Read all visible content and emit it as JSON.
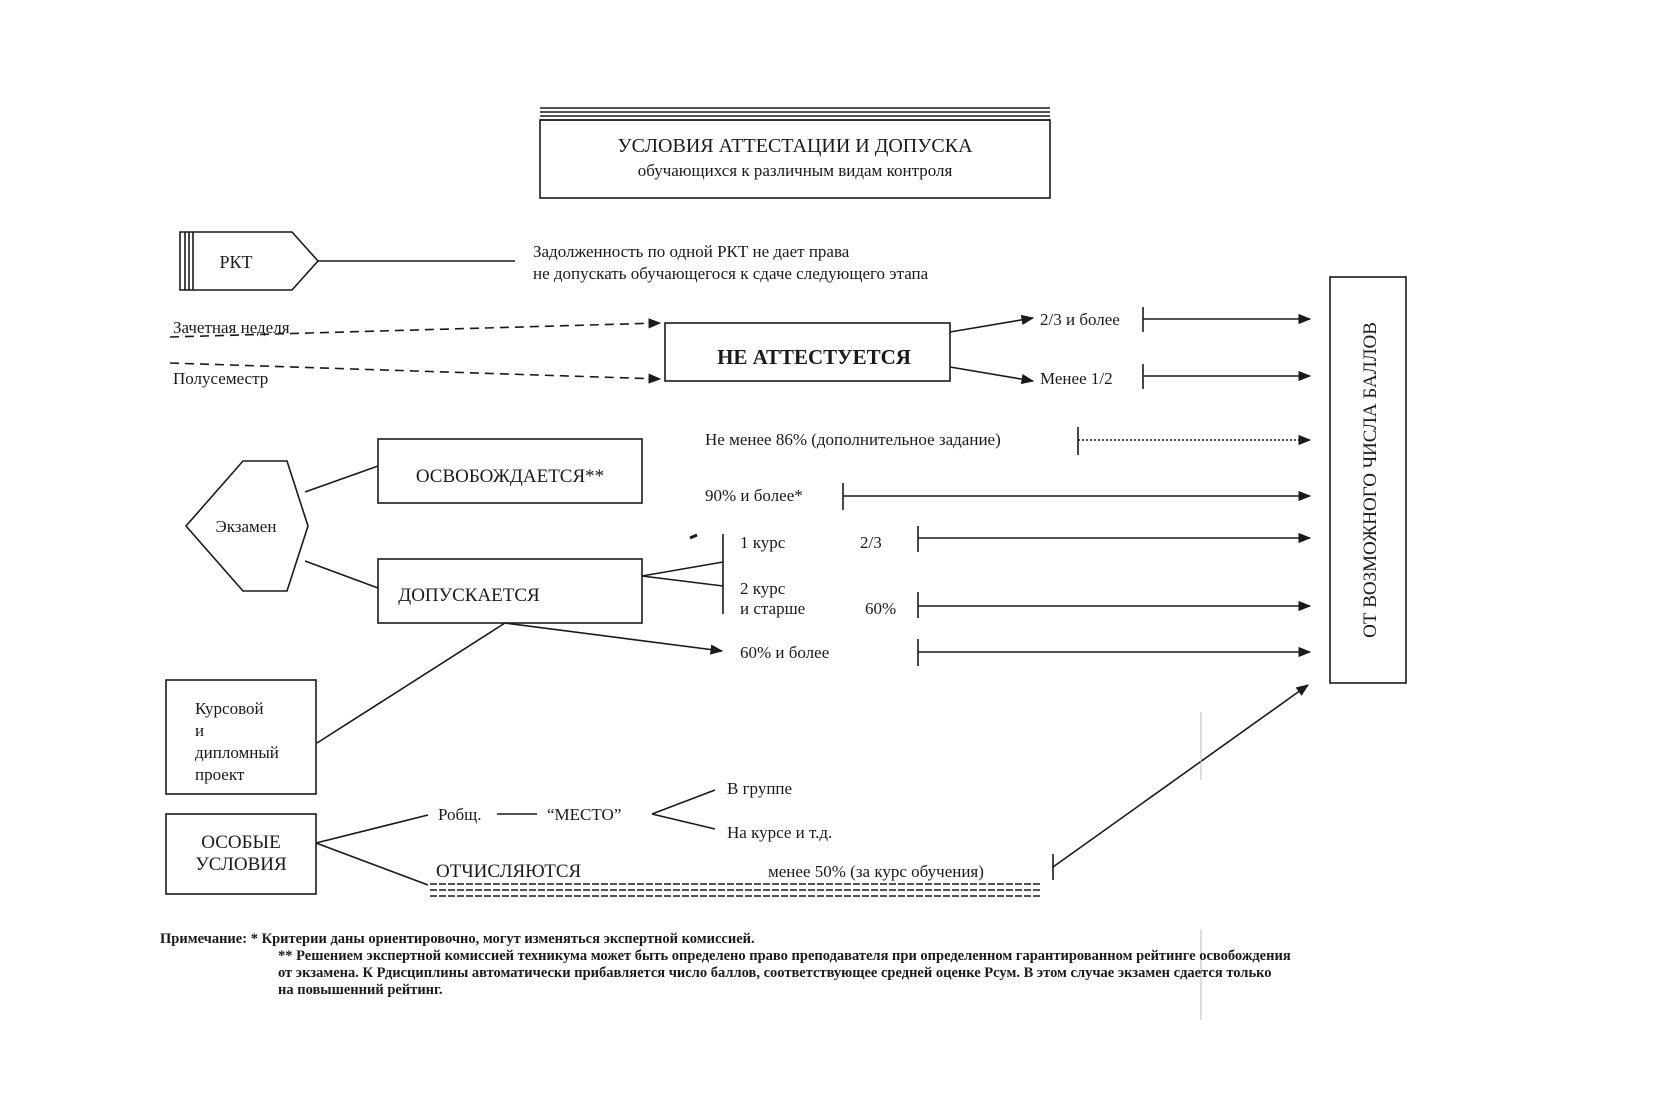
{
  "header": {
    "title": "УСЛОВИЯ АТТЕСТАЦИИ И ДОПУСКА",
    "subtitle": "обучающихся к различным видам контроля"
  },
  "rkt": {
    "label": "РКТ",
    "note_line1": "Задолженность по одной РКТ не дает права",
    "note_line2": "не допускать обучающегося к сдаче следующего этапа"
  },
  "inputs": {
    "credit_week": "Зачетная неделя",
    "half_semester": "Полусеместр"
  },
  "not_attested": {
    "label": "НЕ АТТЕСТУЕТСЯ",
    "over": "2/3 и более",
    "under": "Менее 1/2"
  },
  "exam": {
    "label": "Экзамен",
    "exempt": "ОСВОБОЖДАЕТСЯ**",
    "admitted": "ДОПУСКАЕТСЯ"
  },
  "criteria": {
    "extra_task": "Не менее 86% (дополнительное задание)",
    "ninety": "90% и более*",
    "course1": "1 курс",
    "course1_value": "2/3",
    "course2_line1": "2 курс",
    "course2_line2": "и старше",
    "course2_value": "60%",
    "sixty": "60% и более"
  },
  "project": {
    "line1": "Курсовой",
    "line2": "и",
    "line3": "дипломный",
    "line4": "проект"
  },
  "special": {
    "line1": "ОСОБЫЕ",
    "line2": "УСЛОВИЯ",
    "r_total": "Робщ.",
    "place": "“МЕСТО”",
    "in_group": "В группе",
    "in_course": "На курсе и т.д.",
    "expelled": "ОТЧИСЛЯЮТСЯ",
    "expelled_cond": "менее 50% (за курс обучения)"
  },
  "result": {
    "label": "ОТ ВОЗМОЖНОГО ЧИСЛА БАЛЛОВ"
  },
  "notes": {
    "prefix": "Примечание:",
    "star1": "* Критерии даны ориентировочно, могут изменяться экспертной комиссией.",
    "star2_line1": "** Решением экспертной комиссией техникума может быть определено право преподавателя при определенном гарантированном рейтинге освобождения",
    "star2_line2": "от экзамена. К Рдисциплины  автоматически прибавляется число баллов, соответствующее средней оценке Рсум. В этом случае экзамен сдается только",
    "star2_line3": "на повышенний рейтинг."
  },
  "colors": {
    "ink": "#1a1a1a",
    "paper": "#ffffff"
  }
}
